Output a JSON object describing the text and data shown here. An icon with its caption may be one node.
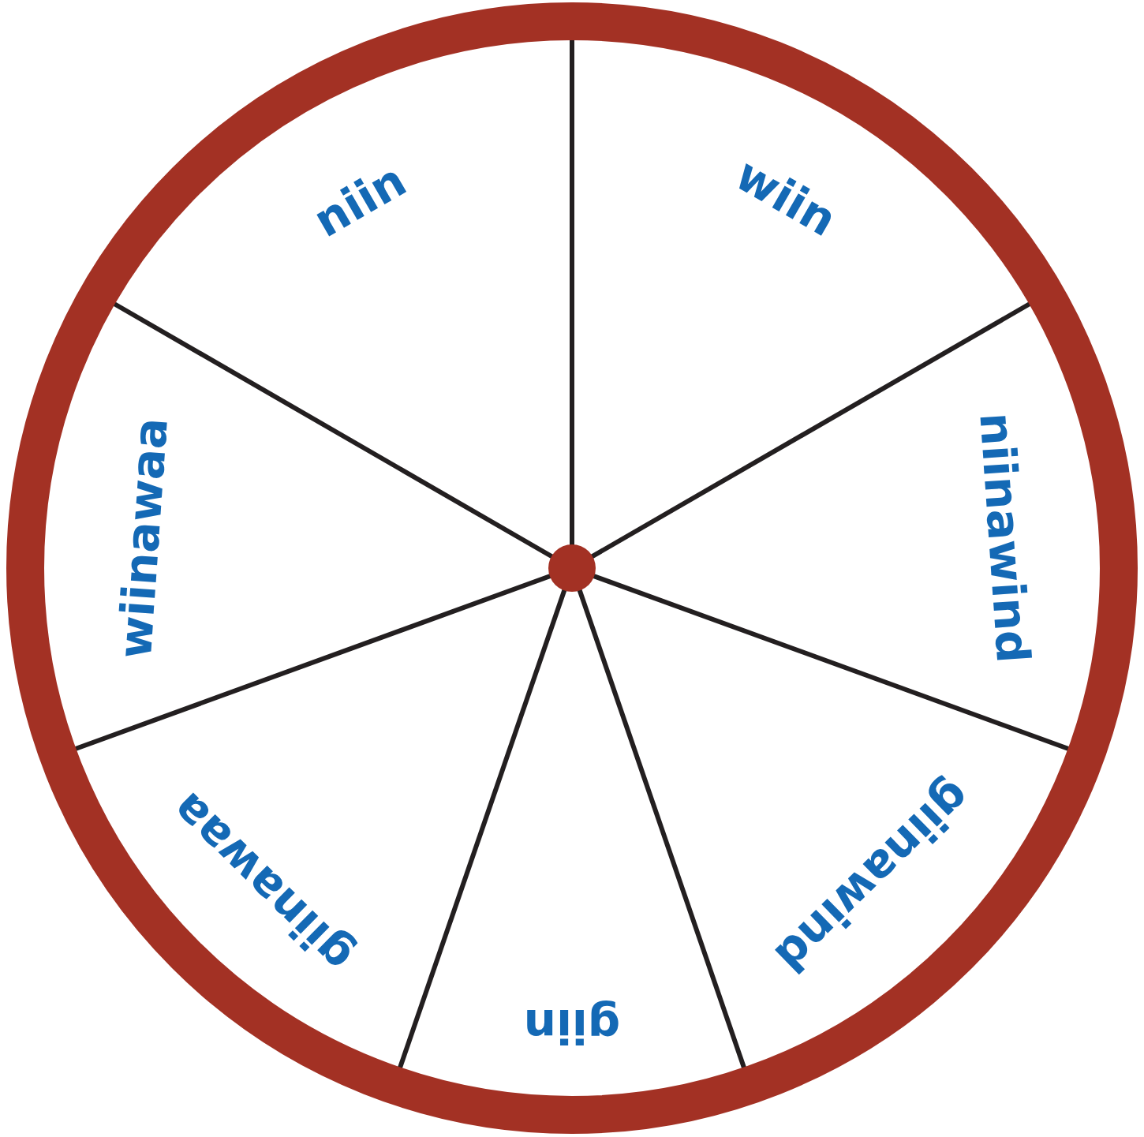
{
  "diagram": {
    "nodes": [
      {
        "text": [
          "niin"
        ]
      },
      {
        "text": [
          "wiin"
        ]
      },
      {
        "text": [
          "niinawind"
        ]
      },
      {
        "text": [
          "giinawind"
        ]
      },
      {
        "text": [
          "giin"
        ]
      },
      {
        "text": [
          "giinawaa"
        ]
      },
      {
        "text": [
          "wiinawaa"
        ]
      }
    ]
  }
}
